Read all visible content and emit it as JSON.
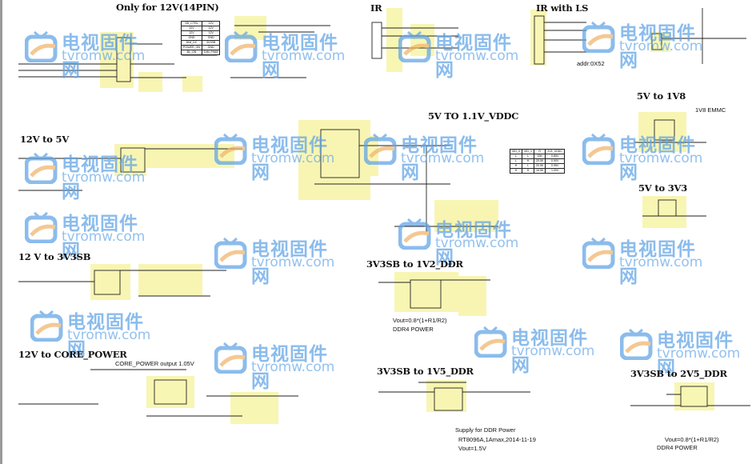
{
  "sections": {
    "only12v": "Only for 12V(14PIN)",
    "ir": "IR",
    "ir_ls": "IR with LS",
    "v5_vddc": "5V TO 1.1V_VDDC",
    "v5_1v8": "5V to 1V8",
    "v12_5v": "12V to 5V",
    "v5_3v3": "5V to 3V3",
    "v12_3v3sb": "12 V to 3V3SB",
    "ddr_1v2": "3V3SB to 1V2_DDR",
    "core": "12V to CORE_POWER",
    "ddr_1v5": "3V3SB to 1V5_DDR",
    "ddr_2v5": "3V3SB to 2V5_DDR"
  },
  "notes": {
    "addr": "addr:0X52",
    "emmc": "1V8 EMMC",
    "core_out": "CORE_POWER output 1.05V",
    "vout_1v2": "Vout=0.8*(1+R1/R2)",
    "ddr4_1v2": "DDR4 POWER",
    "supply_ddr": "Supply for DDR Power",
    "rt8096": "RT8096A,1Amax,2014-11-19",
    "vout_1v5": "Vout=1.5V",
    "vout_2v5": "Vout=0.8*(1+R1/R2)",
    "ddr4_2v5": "DDR4 POWER"
  },
  "pin_table": [
    [
      "SD_CTRL",
      "12V"
    ],
    [
      "12V",
      "12V"
    ],
    [
      "12V",
      "12V"
    ],
    [
      "GND",
      "GND"
    ],
    [
      "DIM_DC",
      "3V3SB"
    ],
    [
      "POWER_ON",
      "GND"
    ],
    [
      "BL_ON",
      "DIM_PWM"
    ]
  ],
  "vddc_table": [
    [
      "VID_0",
      "VID_1",
      "R",
      "1V1_VDDC"
    ],
    [
      "L",
      "L",
      "33K",
      "0.85V"
    ],
    [
      "L",
      "H",
      "25.5K",
      "0.90V"
    ],
    [
      "H",
      "L",
      "20.5K",
      "0.95V"
    ],
    [
      "H",
      "H",
      "16.5K",
      "1.00V"
    ]
  ],
  "watermark": {
    "cn": "电视固件网",
    "en": "tvromw.com"
  },
  "colors": {
    "highlight": "#f4f19a",
    "net_label": "#2a2aa0",
    "watermark": "#5fa3e6",
    "watermark_accent": "#f0b46a"
  }
}
